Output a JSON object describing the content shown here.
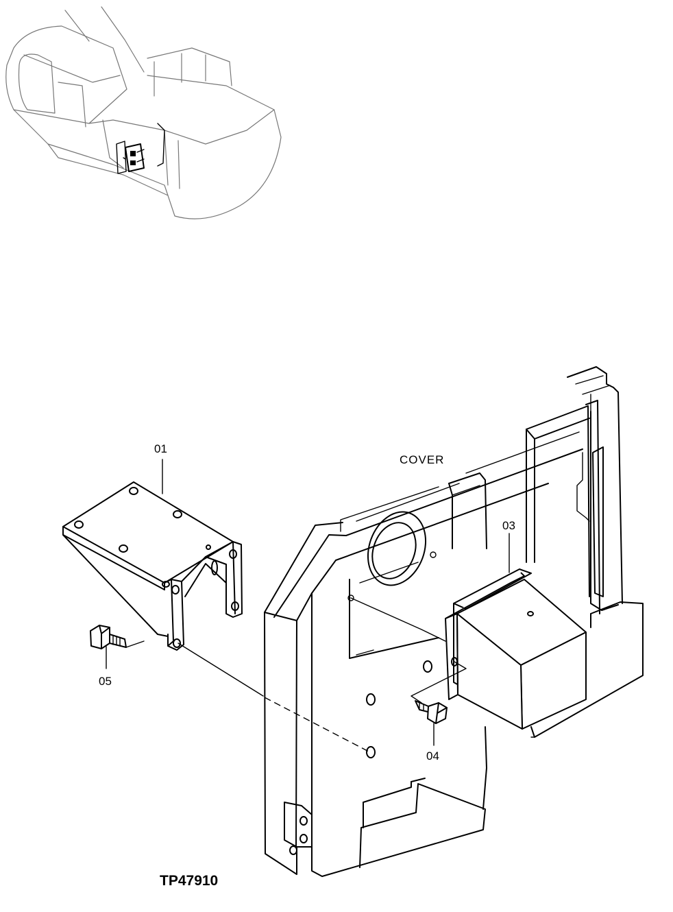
{
  "callouts": {
    "part_01": "01",
    "part_03": "03",
    "part_04": "04",
    "part_05": "05"
  },
  "labels": {
    "cover": "COVER"
  },
  "drawing_code": "TP47910"
}
